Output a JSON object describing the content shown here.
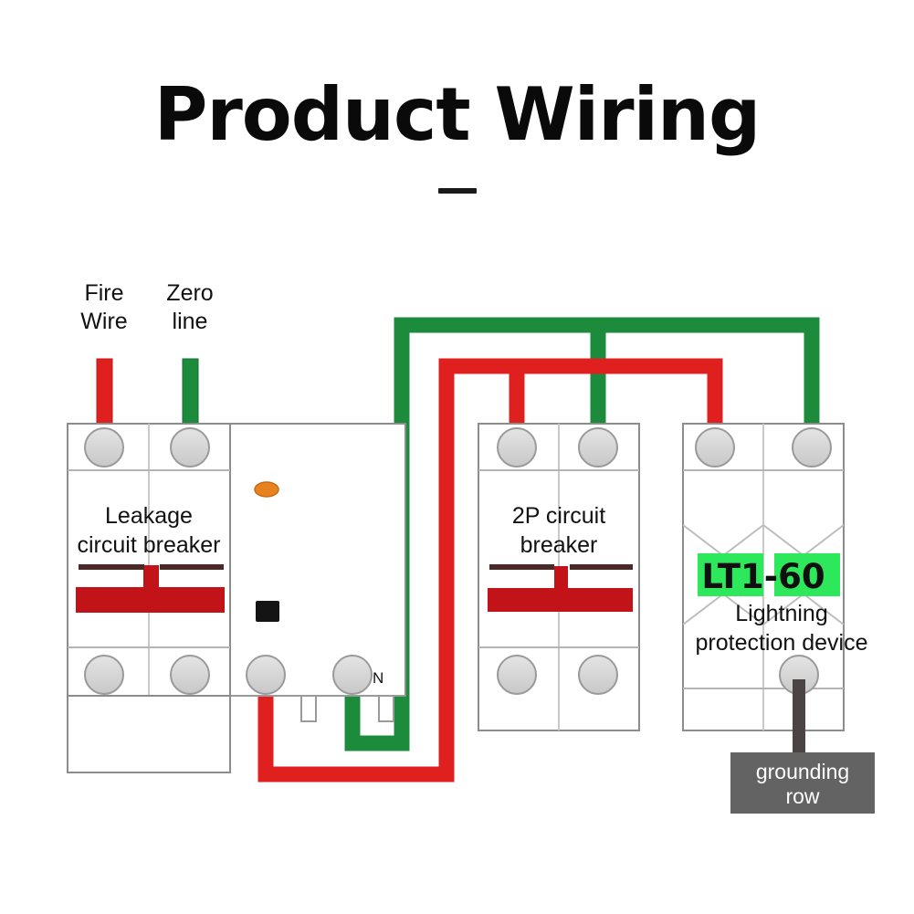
{
  "header": {
    "title": "Product Wiring",
    "rule": "—"
  },
  "colors": {
    "live_red": "#E01F1F",
    "neutral_green": "#1C8C3C",
    "lever_red": "#C21319",
    "lever_red_dark": "#4A2A28",
    "device_outline": "#8C8C8C",
    "terminal_fill": "#D5D5D5",
    "terminal_stroke": "#9A9A9A",
    "indicator_orange": "#E8821E",
    "test_button_black": "#141414",
    "status_window_green": "#2EE85C",
    "ground_wire_gray": "#4A4444",
    "ground_box_gray": "#636363",
    "background": "#FFFFFF"
  },
  "wire_labels": [
    {
      "id": "fire-wire",
      "lines": [
        "Fire",
        "Wire"
      ],
      "color_role": "live_red"
    },
    {
      "id": "zero-line",
      "lines": [
        "Zero",
        "line"
      ],
      "color_role": "neutral_green"
    }
  ],
  "devices": [
    {
      "id": "leakage-circuit-breaker",
      "name_lines": [
        "Leakage",
        "circuit breaker"
      ],
      "poles": 2,
      "has_rcd_module": true,
      "indicator": "orange-oval-indicator",
      "test_button": "black-test-button",
      "neutral_terminal_label": "N"
    },
    {
      "id": "2p-circuit-breaker",
      "name_lines": [
        "2P circuit",
        "breaker"
      ],
      "poles": 2,
      "has_rcd_module": false
    },
    {
      "id": "lightning-protection-device",
      "name_lines": [
        "Lightning",
        "protection device"
      ],
      "poles": 2,
      "model": "LT1-60",
      "model_left": "LT1",
      "model_right": "60",
      "status_windows": 2
    }
  ],
  "grounding": {
    "label_lines": [
      "grounding",
      "row"
    ]
  },
  "chart_data": {
    "type": "diagram",
    "title": "Product Wiring",
    "nodes": [
      {
        "id": "fire-wire-input",
        "label": "Fire Wire",
        "color": "#E01F1F"
      },
      {
        "id": "zero-line-input",
        "label": "Zero line",
        "color": "#1C8C3C"
      },
      {
        "id": "leakage-circuit-breaker",
        "label": "Leakage circuit breaker"
      },
      {
        "id": "2p-circuit-breaker",
        "label": "2P circuit breaker"
      },
      {
        "id": "lightning-protection-device",
        "label": "Lightning protection device"
      },
      {
        "id": "grounding-row",
        "label": "grounding row"
      }
    ],
    "edges": [
      {
        "from": "fire-wire-input",
        "to": "leakage-circuit-breaker.in-L",
        "color": "#E01F1F"
      },
      {
        "from": "zero-line-input",
        "to": "leakage-circuit-breaker.in-N",
        "color": "#1C8C3C"
      },
      {
        "from": "leakage-circuit-breaker.out-L",
        "to": "2p-circuit-breaker.in-L",
        "color": "#E01F1F"
      },
      {
        "from": "leakage-circuit-breaker.out-L",
        "to": "lightning-protection-device.in-L",
        "color": "#E01F1F"
      },
      {
        "from": "leakage-circuit-breaker.out-N",
        "to": "2p-circuit-breaker.in-N",
        "color": "#1C8C3C"
      },
      {
        "from": "leakage-circuit-breaker.out-N",
        "to": "lightning-protection-device.in-N",
        "color": "#1C8C3C"
      },
      {
        "from": "lightning-protection-device.out-PE",
        "to": "grounding-row",
        "color": "#4A4444"
      }
    ]
  }
}
